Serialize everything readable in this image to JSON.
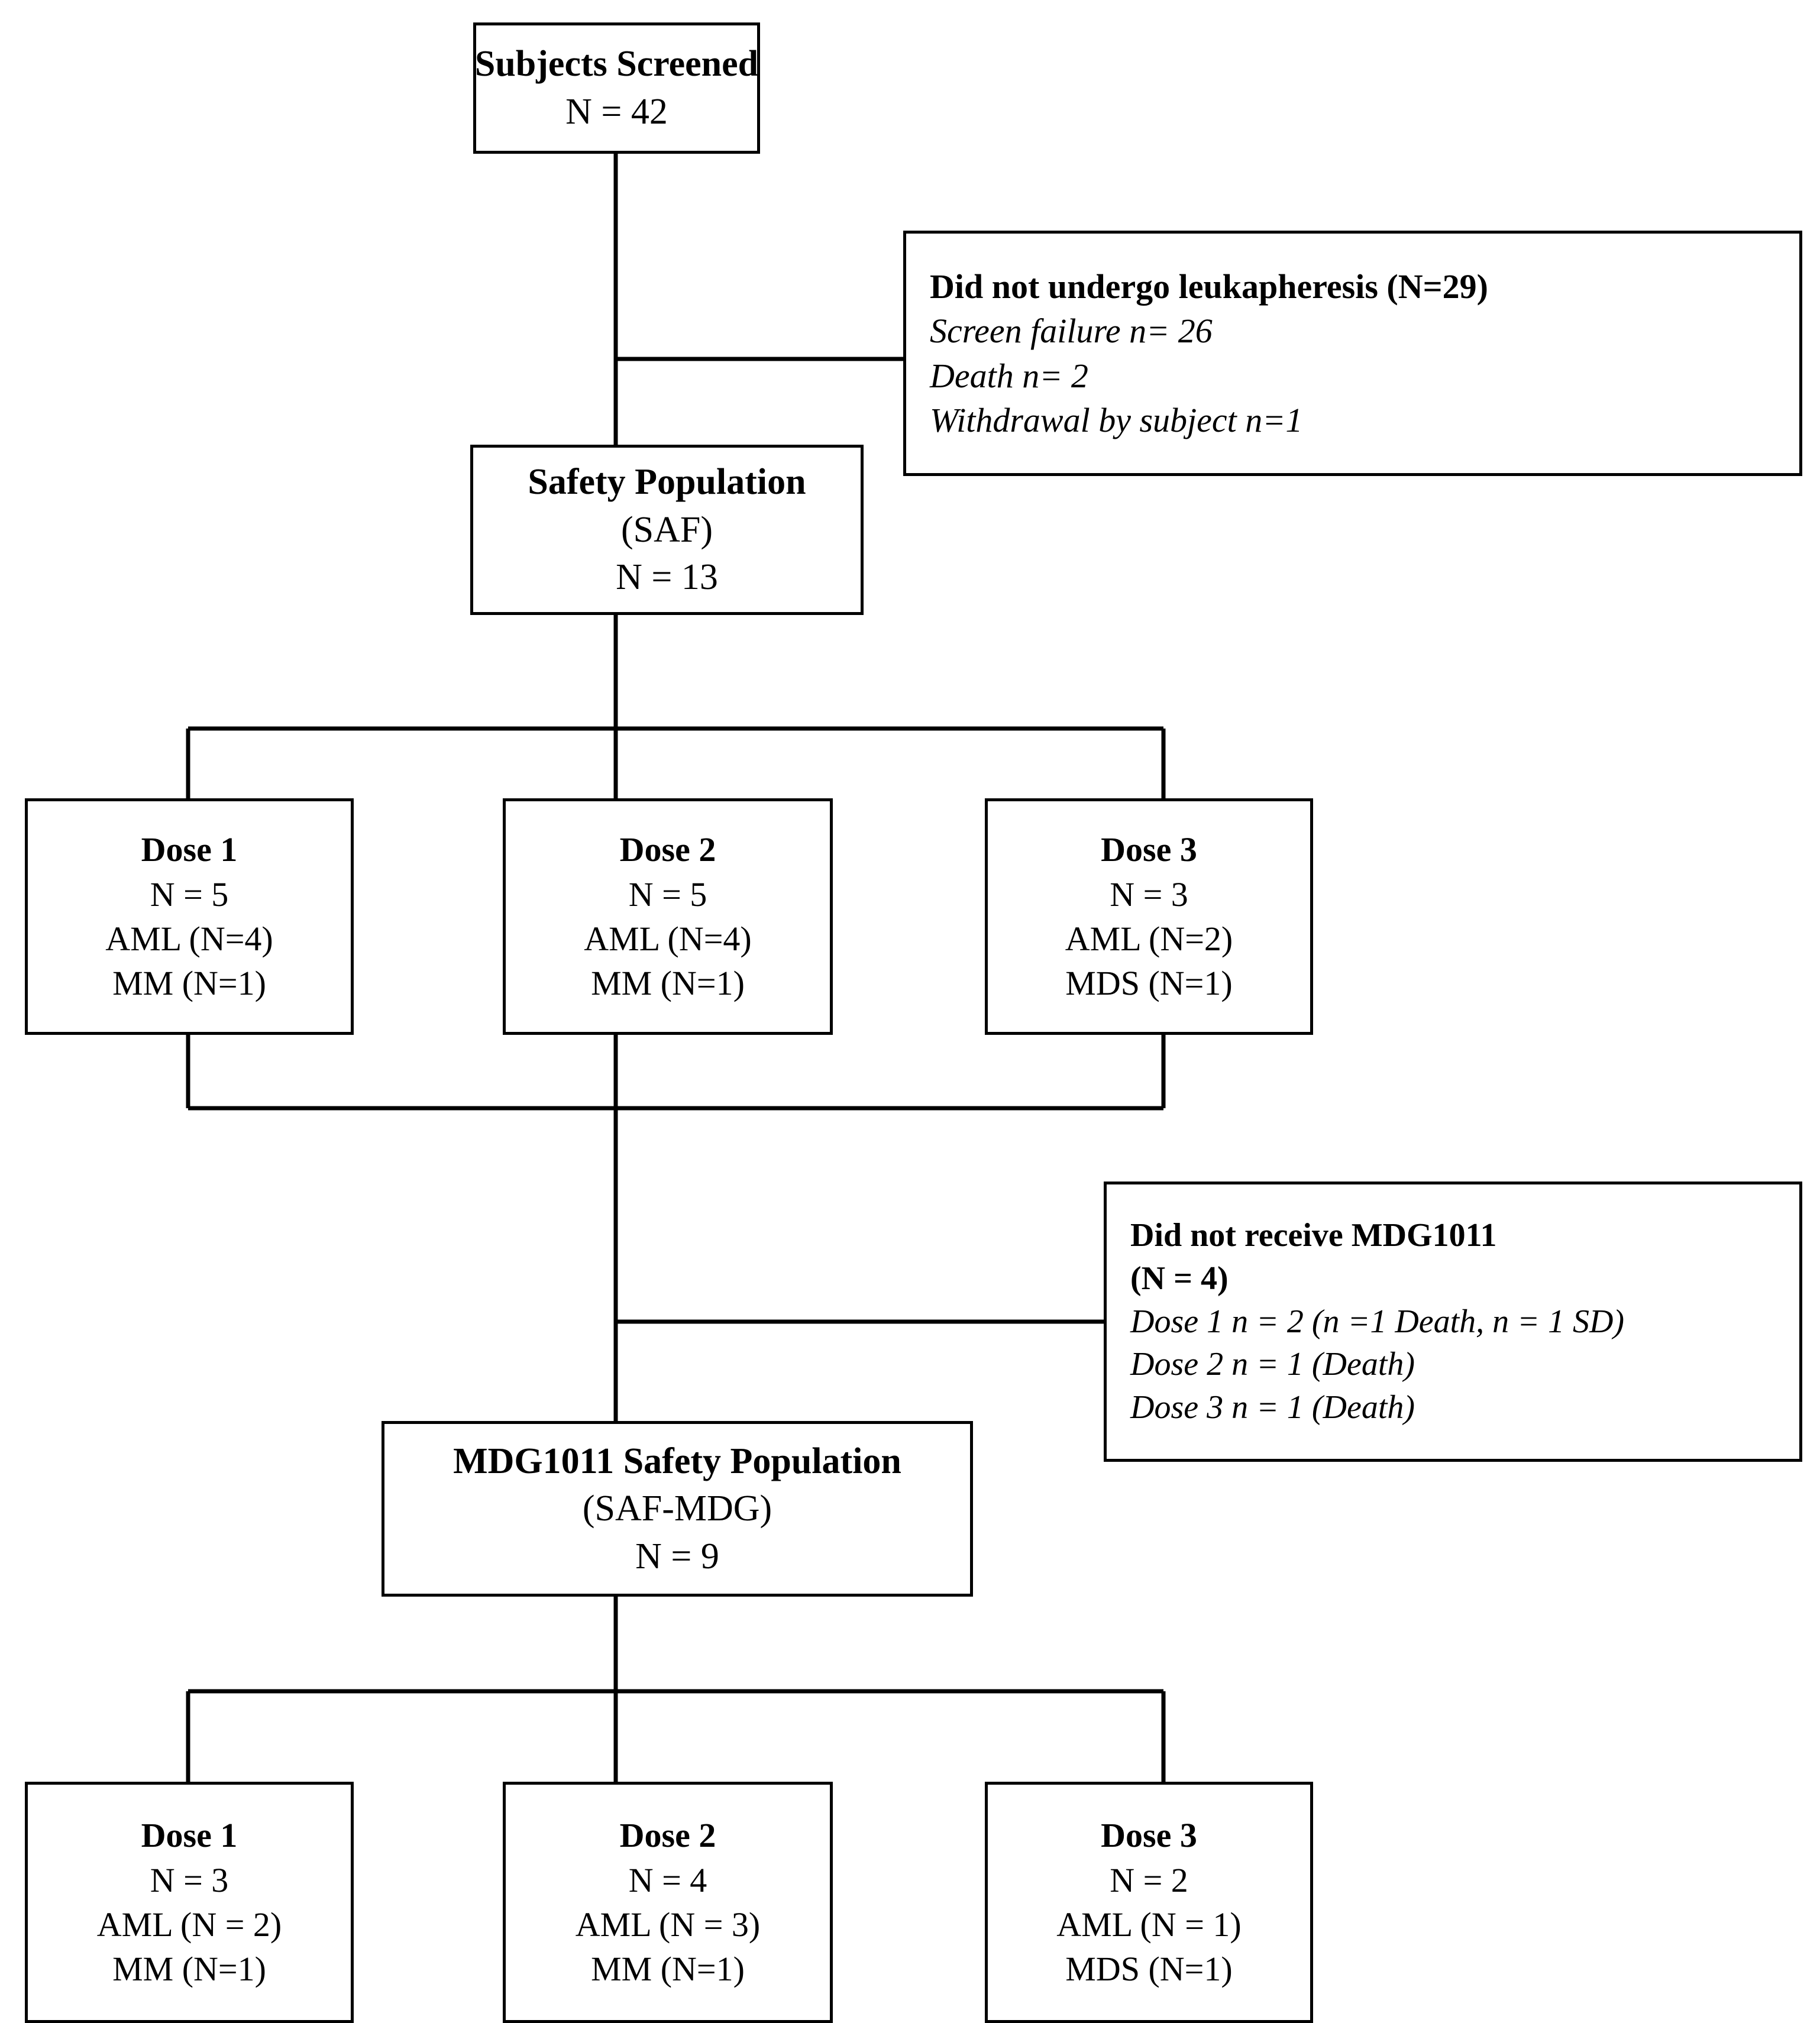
{
  "diagram": {
    "title": "CONSORT subject disposition flow diagram",
    "stroke_color": "#000000",
    "background_color": "#ffffff"
  },
  "nodes": {
    "screened": {
      "name": "subjects-screened",
      "lines": [
        {
          "text": "Subjects Screened",
          "style": "bold"
        },
        {
          "text": "N = 42",
          "style": "normal"
        }
      ]
    },
    "no_leukapheresis": {
      "name": "did-not-undergo-leukapheresis",
      "lines": [
        {
          "text": "Did not undergo leukapheresis (N=29)",
          "style": "bold"
        },
        {
          "text": "Screen failure n= 26",
          "style": "italic"
        },
        {
          "text": "Death n= 2",
          "style": "italic"
        },
        {
          "text": "Withdrawal by subject n=1",
          "style": "italic"
        }
      ]
    },
    "safety_population": {
      "name": "safety-population",
      "lines": [
        {
          "text": "Safety Population",
          "style": "bold"
        },
        {
          "text": "(SAF)",
          "style": "normal"
        },
        {
          "text": "N = 13",
          "style": "normal"
        }
      ]
    },
    "saf_dose1": {
      "name": "saf-dose-1",
      "lines": [
        {
          "text": "Dose 1",
          "style": "bold"
        },
        {
          "text": "N = 5",
          "style": "normal"
        },
        {
          "text": "AML  (N=4)",
          "style": "normal"
        },
        {
          "text": "MM   (N=1)",
          "style": "normal"
        }
      ]
    },
    "saf_dose2": {
      "name": "saf-dose-2",
      "lines": [
        {
          "text": "Dose 2",
          "style": "bold"
        },
        {
          "text": "N = 5",
          "style": "normal"
        },
        {
          "text": "AML  (N=4)",
          "style": "normal"
        },
        {
          "text": "MM   (N=1)",
          "style": "normal"
        }
      ]
    },
    "saf_dose3": {
      "name": "saf-dose-3",
      "lines": [
        {
          "text": "Dose 3",
          "style": "bold"
        },
        {
          "text": "N = 3",
          "style": "normal"
        },
        {
          "text": "AML  (N=2)",
          "style": "normal"
        },
        {
          "text": "MDS (N=1)",
          "style": "normal"
        }
      ]
    },
    "no_mdg1011": {
      "name": "did-not-receive-mdg1011",
      "lines": [
        {
          "text": "Did not receive MDG1011",
          "style": "bold"
        },
        {
          "text": "(N = 4)",
          "style": "bold"
        },
        {
          "text": "Dose 1 n = 2 (n =1 Death, n = 1 SD)",
          "style": "italic"
        },
        {
          "text": "Dose 2 n = 1 (Death)",
          "style": "italic"
        },
        {
          "text": "Dose 3 n = 1 (Death)",
          "style": "italic"
        }
      ]
    },
    "mdg_safety_population": {
      "name": "mdg1011-safety-population",
      "lines": [
        {
          "text": "MDG1011 Safety Population",
          "style": "bold"
        },
        {
          "text": "(SAF-MDG)",
          "style": "normal"
        },
        {
          "text": "N = 9",
          "style": "normal"
        }
      ]
    },
    "mdg_dose1": {
      "name": "mdg-dose-1",
      "lines": [
        {
          "text": "Dose 1",
          "style": "bold"
        },
        {
          "text": "N = 3",
          "style": "normal"
        },
        {
          "text": "AML  (N = 2)",
          "style": "normal"
        },
        {
          "text": "MM (N=1)",
          "style": "normal"
        }
      ]
    },
    "mdg_dose2": {
      "name": "mdg-dose-2",
      "lines": [
        {
          "text": "Dose 2",
          "style": "bold"
        },
        {
          "text": "N = 4",
          "style": "normal"
        },
        {
          "text": "AML  (N = 3)",
          "style": "normal"
        },
        {
          "text": "MM (N=1)",
          "style": "normal"
        }
      ]
    },
    "mdg_dose3": {
      "name": "mdg-dose-3",
      "lines": [
        {
          "text": "Dose 3",
          "style": "bold"
        },
        {
          "text": "N = 2",
          "style": "normal"
        },
        {
          "text": "AML  (N = 1)",
          "style": "normal"
        },
        {
          "text": "MDS (N=1)",
          "style": "normal"
        }
      ]
    }
  },
  "flow": {
    "counts": {
      "screened": 42,
      "not_leukapheresed": 29,
      "screen_failure": 26,
      "death_prescreen": 2,
      "withdrawal": 1,
      "safety_population": 13,
      "saf_dose1": 5,
      "saf_dose2": 5,
      "saf_dose3": 3,
      "not_treated": 4,
      "mdg_safety_population": 9,
      "mdg_dose1": 3,
      "mdg_dose2": 4,
      "mdg_dose3": 2
    }
  }
}
